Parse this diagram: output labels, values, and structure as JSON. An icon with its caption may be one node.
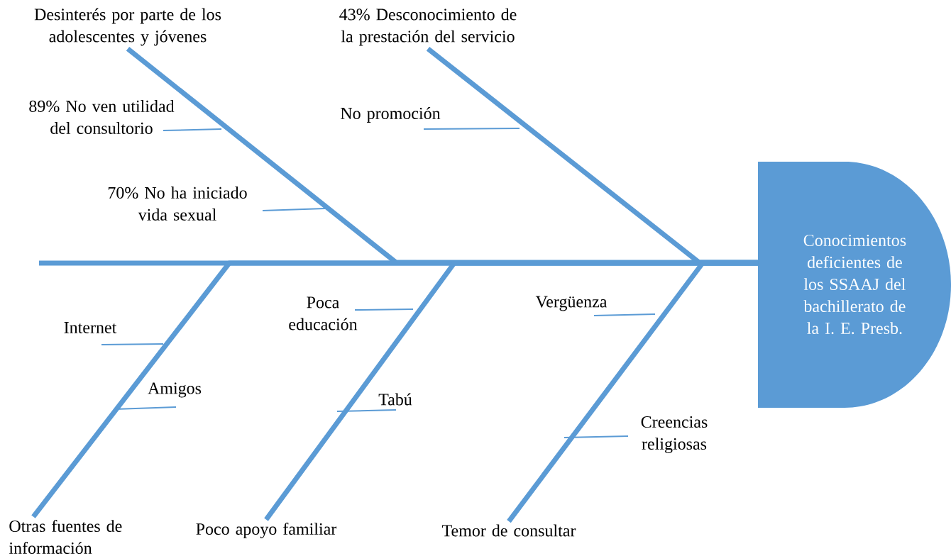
{
  "diagram": {
    "nodes": [
      {
        "text": [
          "Conocimientos deficientes de los SSAAJ del bachillerato de la I. E. Presb."
        ]
      },
      {
        "text": [
          "Desinterés por parte de los adolescentes y jóvenes"
        ]
      },
      {
        "text": [
          "43% Desconocimiento de la prestación del servicio"
        ]
      },
      {
        "text": [
          "Otras fuentes de información"
        ]
      },
      {
        "text": [
          "Poco apoyo familiar"
        ]
      },
      {
        "text": [
          "Temor de consultar"
        ]
      },
      {
        "text": [
          "89% No ven utilidad del consultorio"
        ]
      },
      {
        "text": [
          "70% No ha iniciado vida sexual"
        ]
      },
      {
        "text": [
          "No promoción"
        ]
      },
      {
        "text": [
          "Internet"
        ]
      },
      {
        "text": [
          "Amigos"
        ]
      },
      {
        "text": [
          "Poca educación"
        ]
      },
      {
        "text": [
          "Tabú"
        ]
      },
      {
        "text": [
          "Vergüenza"
        ]
      },
      {
        "text": [
          "Creencias religiosas"
        ]
      }
    ],
    "edges": [
      {
        "from": 1,
        "to": 0,
        "arrow": "none",
        "style": "thick"
      },
      {
        "from": 2,
        "to": 0,
        "arrow": "none",
        "style": "thick"
      },
      {
        "from": 3,
        "to": 0,
        "arrow": "none",
        "style": "thick"
      },
      {
        "from": 4,
        "to": 0,
        "arrow": "none",
        "style": "thick"
      },
      {
        "from": 5,
        "to": 0,
        "arrow": "none",
        "style": "thick"
      },
      {
        "from": 6,
        "to": null,
        "arrow": "none"
      },
      {
        "from": 7,
        "to": null,
        "arrow": "none"
      },
      {
        "from": 8,
        "to": null,
        "arrow": "none"
      },
      {
        "from": 9,
        "to": null,
        "arrow": "none"
      },
      {
        "from": 10,
        "to": null,
        "arrow": "none"
      },
      {
        "from": 11,
        "to": null,
        "arrow": "none"
      },
      {
        "from": 12,
        "to": null,
        "arrow": "none"
      },
      {
        "from": 13,
        "to": null,
        "arrow": "none"
      },
      {
        "from": 14,
        "to": null,
        "arrow": "none"
      }
    ]
  }
}
